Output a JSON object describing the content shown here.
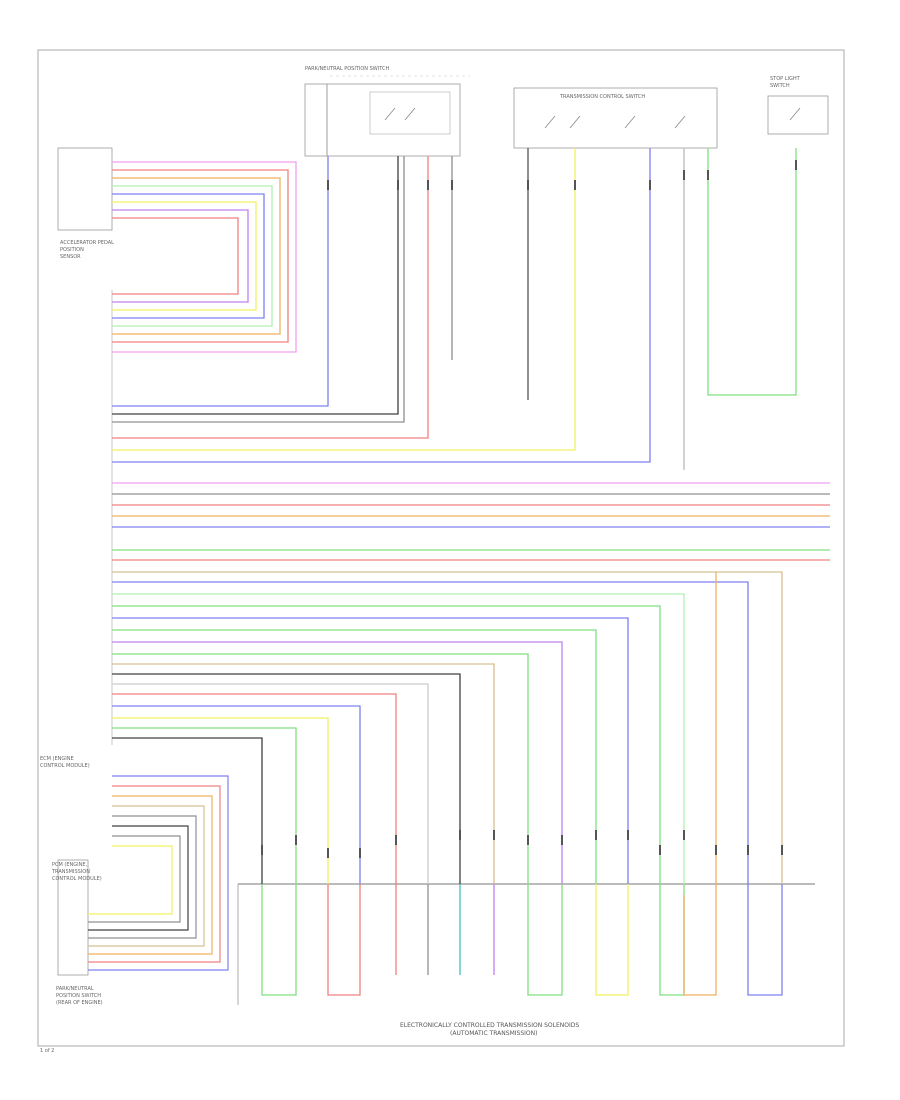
{
  "diagram": {
    "bottom_title_line1": "ELECTRONICALLY CONTROLLED TRANSMISSION SOLENOIDS",
    "bottom_title_line2": "(AUTOMATIC TRANSMISSION)",
    "left_ecm_label": [
      "ECM (ENGINE",
      "CONTROL MODULE)"
    ],
    "upper_left_component": [
      "ACCELERATOR PEDAL",
      "POSITION",
      "SENSOR"
    ],
    "lower_left_component": [
      "PCM (ENGINE,",
      "TRANSMISSION",
      "CONTROL MODULE)"
    ],
    "bottom_left_component": [
      "PARK/NEUTRAL",
      "POSITION SWITCH",
      "(REAR OF ENGINE)"
    ],
    "top_center_component": [
      "PARK/NEUTRAL POSITION SWITCH"
    ],
    "transmission_control_switch": "TRANSMISSION CONTROL SWITCH",
    "top_right_component": [
      "STOP LIGHT",
      "SWITCH"
    ],
    "page_number": "1 of 2",
    "wire_colors": {
      "pink": "#f0a0f0",
      "red": "#f08080",
      "orange": "#f0b060",
      "yellow": "#f0f060",
      "green": "#80e080",
      "blue": "#8080f0",
      "violet": "#c080f0",
      "gray": "#909090",
      "black": "#404040",
      "tan": "#d8c090",
      "lightgreen": "#b0f0b0"
    }
  }
}
